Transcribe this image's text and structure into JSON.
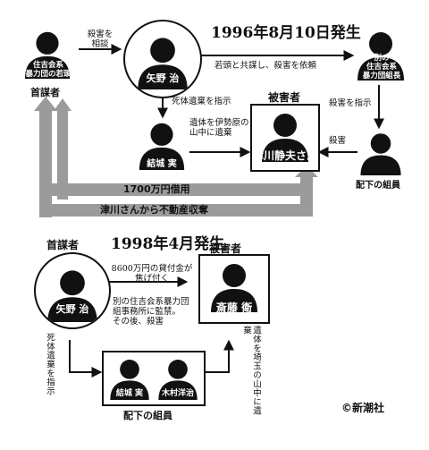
{
  "case1": {
    "title": "1996年8月10日発生",
    "mastermind_label": "首謀者",
    "mastermind_group_lines": [
      "住吉会系",
      "暴力団の若頭"
    ],
    "yano_name": "矢野 治",
    "victim_label": "被害者",
    "victim_name": "津川静夫さん",
    "boss_group_lines": [
      "別の",
      "住吉会系",
      "暴力団組長"
    ],
    "subordinate_label": "配下の組員",
    "yuki_name": "結城 実",
    "conspiracy_text": "若頭と共謀し、殺害を依頼",
    "consult_text": "殺害を相談",
    "order_kill_text": "殺害を指示",
    "murder_text": "殺害",
    "order_disposal_text": "死体遺棄を指示",
    "disposal_lines": [
      "遺体を伊勢原の",
      "山中に遺棄"
    ],
    "loan_text": "1700万円借用",
    "property_text": "津川さんから不動産収奪"
  },
  "case2": {
    "title": "1998年4月発生",
    "mastermind_label": "首謀者",
    "yano_name": "矢野 治",
    "victim_label": "被害者",
    "victim_name": "斎藤 衛",
    "debt_lines": [
      "8600万円の貸付金が",
      "焦げ付く"
    ],
    "confine_lines": [
      "別の住吉会系暴力団",
      "組事務所に監禁。",
      "その後、殺害"
    ],
    "order_disposal_text": "死体遺棄を指示",
    "disposal_text": "遺体を埼玉の山中に遺棄",
    "yuki_name": "結城 実",
    "kimura_name": "木村洋治",
    "subordinates_label": "配下の組員"
  },
  "credit": "©新潮社",
  "colors": {
    "ink": "#111111",
    "gray_arrow": "#9b9b9b"
  }
}
